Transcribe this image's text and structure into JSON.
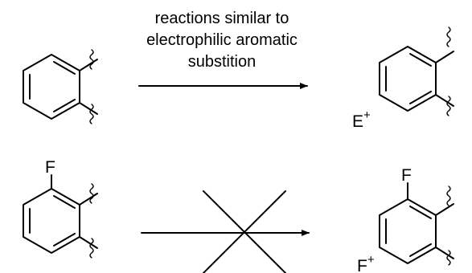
{
  "reaction_top": {
    "condition_lines": [
      "reactions similar to",
      "electrophilic aromatic",
      "substition"
    ],
    "product_electrophile": "E",
    "charge": "+"
  },
  "reaction_bottom": {
    "reactant_substituent": "F",
    "product_substituent": "F",
    "product_electrophile": "F",
    "charge": "+",
    "arrow_crossed": true
  },
  "colors": {
    "ink": "#000000",
    "background": "#ffffff"
  }
}
